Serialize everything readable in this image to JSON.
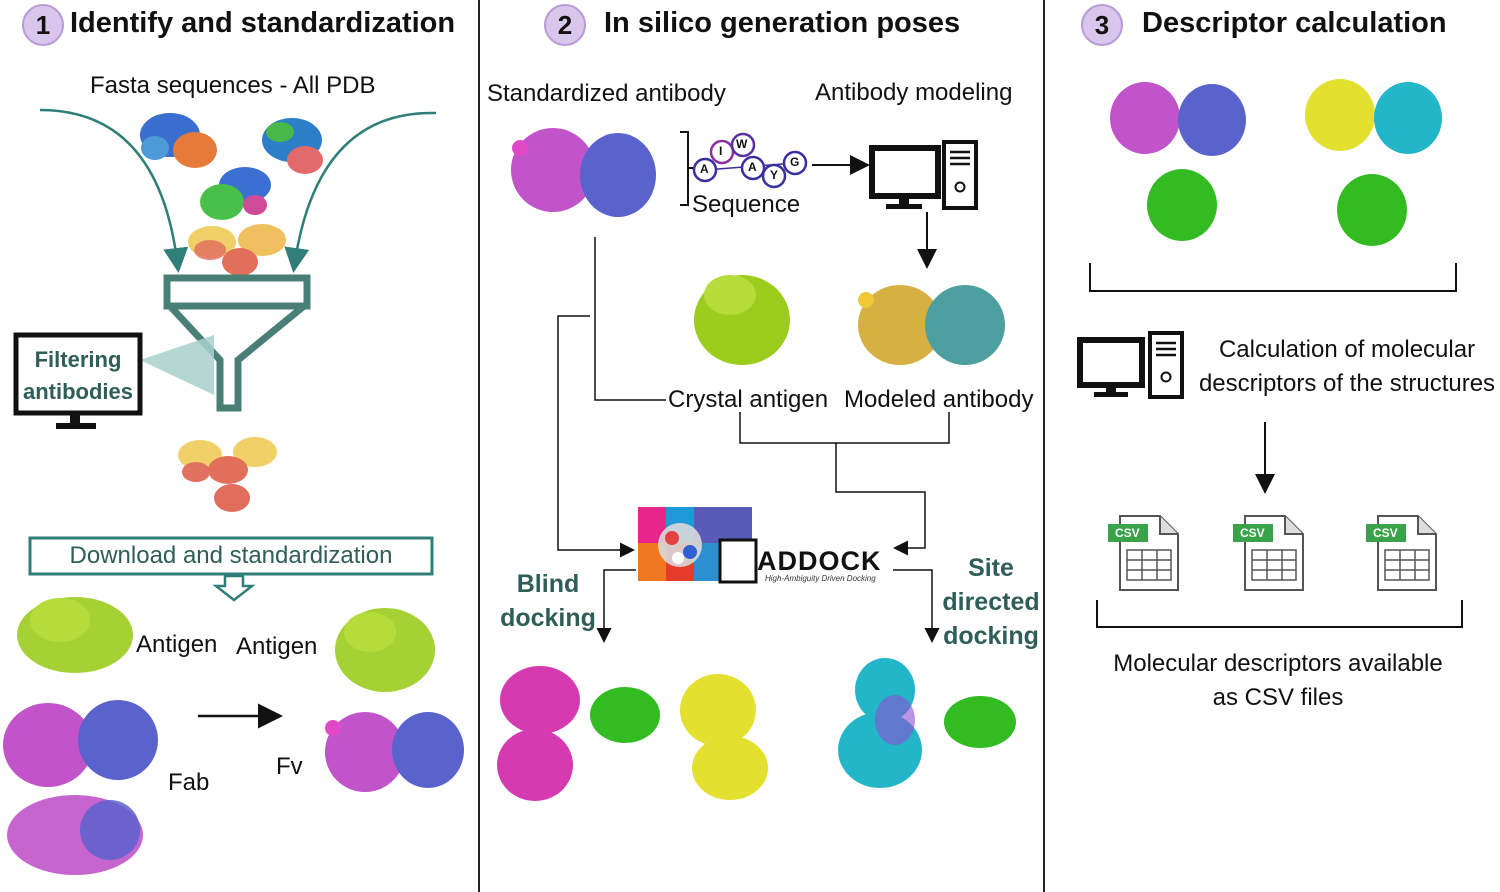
{
  "panel1": {
    "number": "1",
    "title": "Identify and standardization",
    "fasta_label": "Fasta sequences - All PDB",
    "filter_label_line1": "Filtering",
    "filter_label_line2": "antibodies",
    "download_label": "Download and standardization",
    "antigen_left": "Antigen",
    "antigen_right": "Antigen",
    "fab_label": "Fab",
    "fv_label": "Fv"
  },
  "panel2": {
    "number": "2",
    "title": "In silico generation poses",
    "standardized_label": "Standardized antibody",
    "modeling_label": "Antibody modeling",
    "sequence_label": "Sequence",
    "sequence_letters": [
      "A",
      "I",
      "W",
      "A",
      "Y",
      "G"
    ],
    "crystal_label": "Crystal antigen",
    "modeled_label": "Modeled antibody",
    "haddock_brand": "ADDOCK",
    "haddock_sub": "High-Ambiguity Driven Docking",
    "blind_line1": "Blind",
    "blind_line2": "docking",
    "site_line1": "Site",
    "site_line2": "directed",
    "site_line3": "docking"
  },
  "panel3": {
    "number": "3",
    "title": "Descriptor calculation",
    "calc_line1": "Calculation of molecular",
    "calc_line2": "descriptors of the structures",
    "csv_tag": "CSV",
    "result_line1": "Molecular descriptors available",
    "result_line2": "as CSV files"
  },
  "colors": {
    "teal": "#2f7f78",
    "badge": "#d9c6ec",
    "antigen_green": "#9ccc1e",
    "fab_magenta": "#c054c8",
    "fab_blue": "#5a62cc",
    "docked_green": "#33bb22",
    "docked_yellow": "#e3e030",
    "docked_cyan": "#22b6c8",
    "csv_green": "#3aa34a"
  }
}
